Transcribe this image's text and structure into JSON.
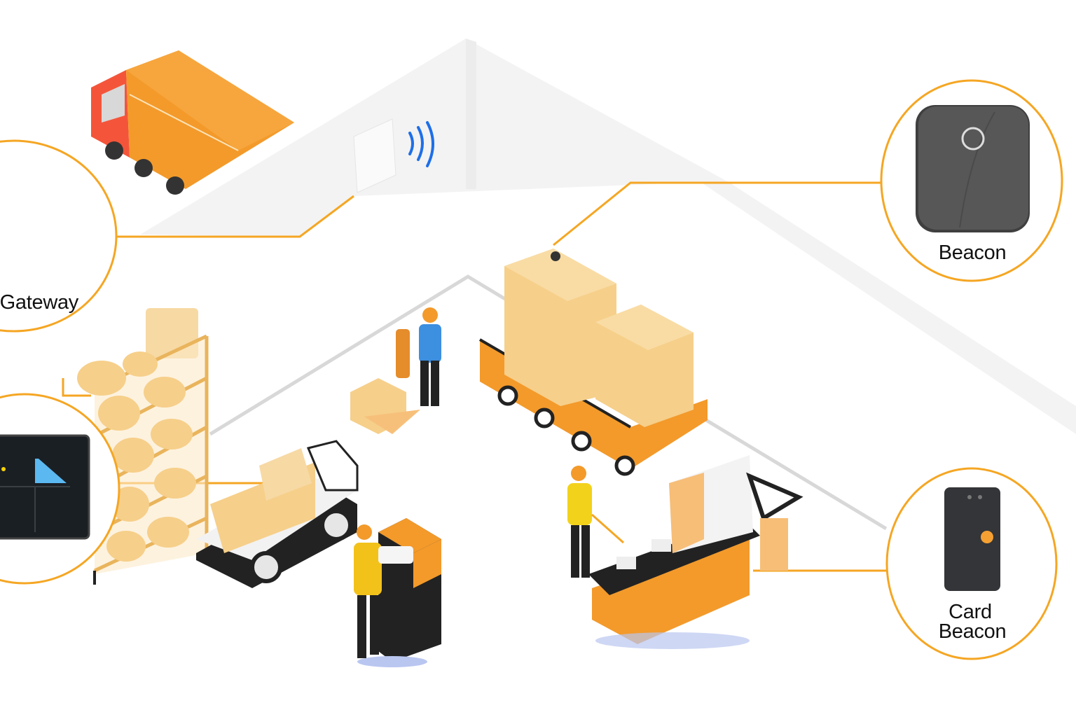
{
  "labels": {
    "gateway": "Gateway",
    "beacon": "Beacon",
    "card_beacon_line1": "Card",
    "card_beacon_line2": "Beacon"
  },
  "colors": {
    "accent": "#F5A623",
    "orange": "#F39A2B",
    "box": "#F6CF8A",
    "dark": "#3F3F3F",
    "signal": "#1E6FE8",
    "floor_line": "#D8D8D8"
  },
  "icons": [
    "truck-icon",
    "wifi-signal-icon",
    "beacon-device-icon",
    "card-beacon-icon",
    "tablet-dashboard-icon"
  ]
}
